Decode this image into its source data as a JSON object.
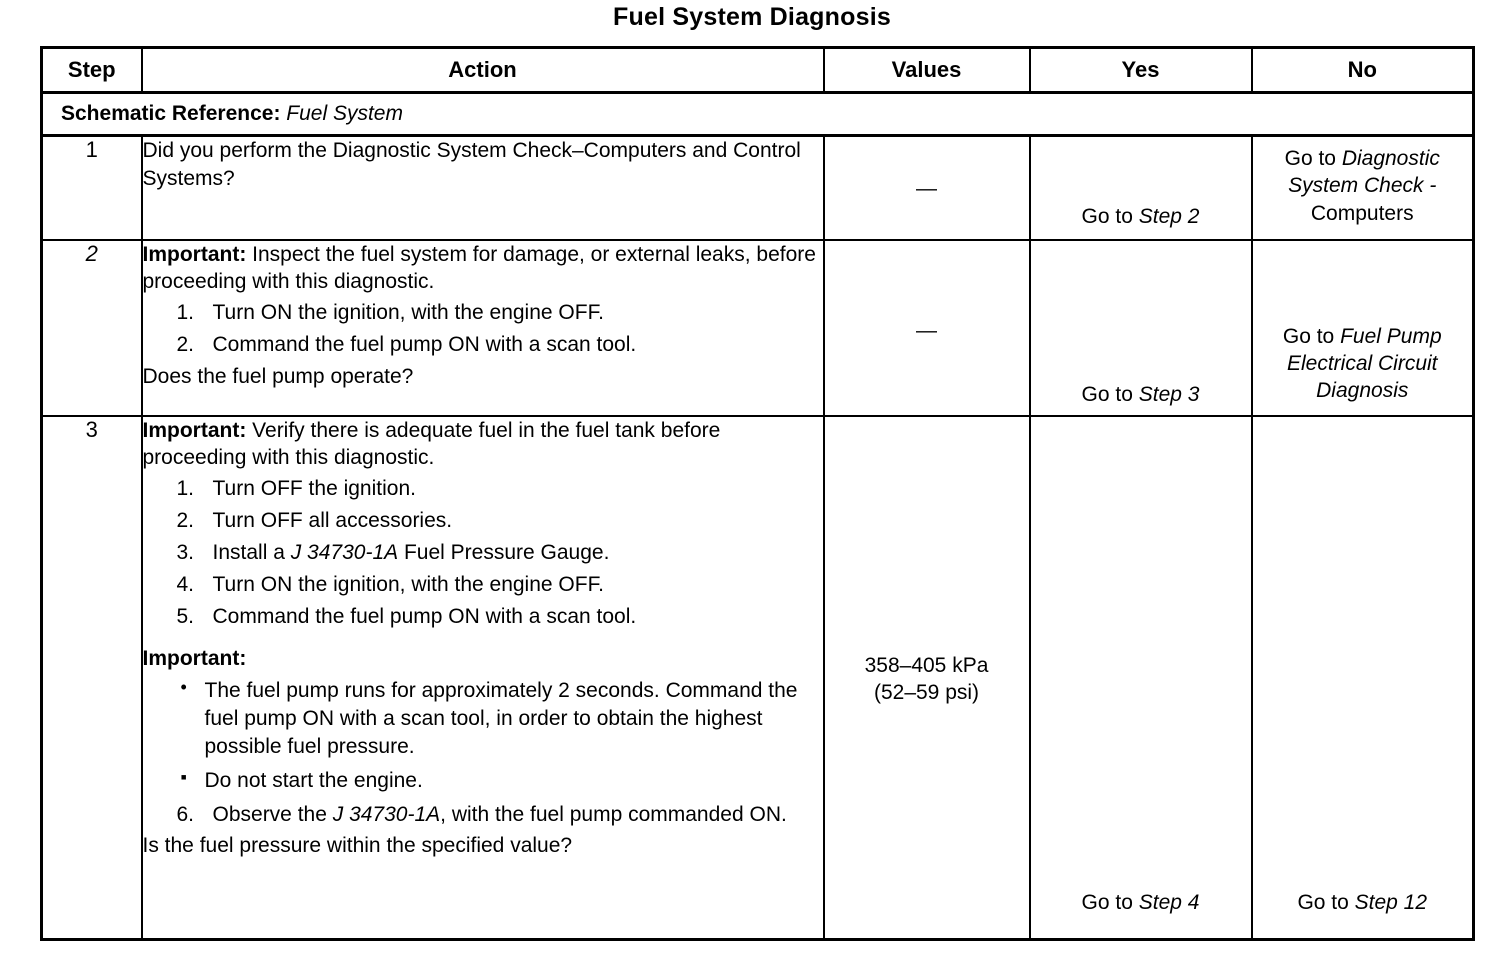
{
  "document": {
    "title": "Fuel System Diagnosis"
  },
  "table": {
    "headers": {
      "step": "Step",
      "action": "Action",
      "values": "Values",
      "yes": "Yes",
      "no": "No"
    },
    "schematic": {
      "label": "Schematic Reference:",
      "value": "Fuel System"
    },
    "rows": [
      {
        "step": "1",
        "action": {
          "intro": "Did you perform the Diagnostic System Check–Computers and Control  Systems?"
        },
        "values": "—",
        "yes": {
          "prefix": "Go to ",
          "ref": "Step 2"
        },
        "no": {
          "prefix": "Go to ",
          "ref": "Diagnostic System Check -",
          "tail": "Computers"
        }
      },
      {
        "step": "2",
        "action": {
          "important_label": "Important:",
          "important_text": " Inspect the fuel system for damage, or external leaks, before proceeding with this diagnostic.",
          "steps": [
            {
              "mark": "1.",
              "text": "Turn ON the ignition, with the engine OFF."
            },
            {
              "mark": "2.",
              "text": "Command the fuel pump ON with a scan tool."
            }
          ],
          "question": "Does the fuel pump operate?"
        },
        "values": "—",
        "yes": {
          "prefix": "Go to ",
          "ref": "Step 3"
        },
        "no": {
          "prefix": "Go to ",
          "ref": "Fuel Pump Electrical Circuit Diagnosis"
        }
      },
      {
        "step": "3",
        "action": {
          "important_label": "Important:",
          "important_text": " Verify there is adequate fuel in the fuel tank before proceeding with this diagnostic.",
          "steps": [
            {
              "mark": "1.",
              "text": "Turn OFF the ignition."
            },
            {
              "mark": "2.",
              "text": "Turn OFF all accessories."
            },
            {
              "mark": "3.",
              "pre": "Install a ",
              "ital": "J 34730-1A",
              "post": " Fuel Pressure Gauge."
            },
            {
              "mark": "4.",
              "text": "Turn ON the ignition, with the engine OFF."
            },
            {
              "mark": "5.",
              "text": "Command the fuel pump ON with a scan tool."
            }
          ],
          "important2_label": "Important:",
          "bullets": [
            {
              "glyph": "•",
              "text": "The fuel pump runs for approximately 2 seconds. Command the fuel pump ON with a scan tool, in order to obtain the highest possible fuel pressure."
            },
            {
              "glyph": "▪",
              "text": "Do not start the engine."
            }
          ],
          "steps_cont": [
            {
              "mark": "6.",
              "pre": "Observe the ",
              "ital": "J 34730-1A",
              "post": ", with the fuel pump commanded ON."
            }
          ],
          "question": "Is the fuel pressure within the specified value?"
        },
        "values_line1": "358–405 kPa",
        "values_line2": "(52–59 psi)",
        "yes": {
          "prefix": "Go to ",
          "ref": "Step 4"
        },
        "no": {
          "prefix": "Go to ",
          "ref": "Step 12"
        }
      }
    ]
  },
  "colors": {
    "text": "#000000",
    "background": "#ffffff",
    "border": "#000000"
  }
}
